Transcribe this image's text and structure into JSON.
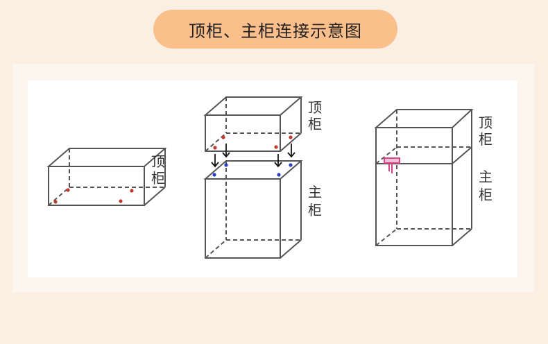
{
  "title": "顶柜、主柜连接示意图",
  "labels": {
    "top_cabinet": [
      "顶",
      "柜"
    ],
    "main_cabinet": [
      "主",
      "柜"
    ]
  },
  "colors": {
    "pill": "#fbbf8c",
    "red_dot": "#c0392b",
    "blue_dot": "#2a3fbf",
    "connector": "#d9438a"
  }
}
